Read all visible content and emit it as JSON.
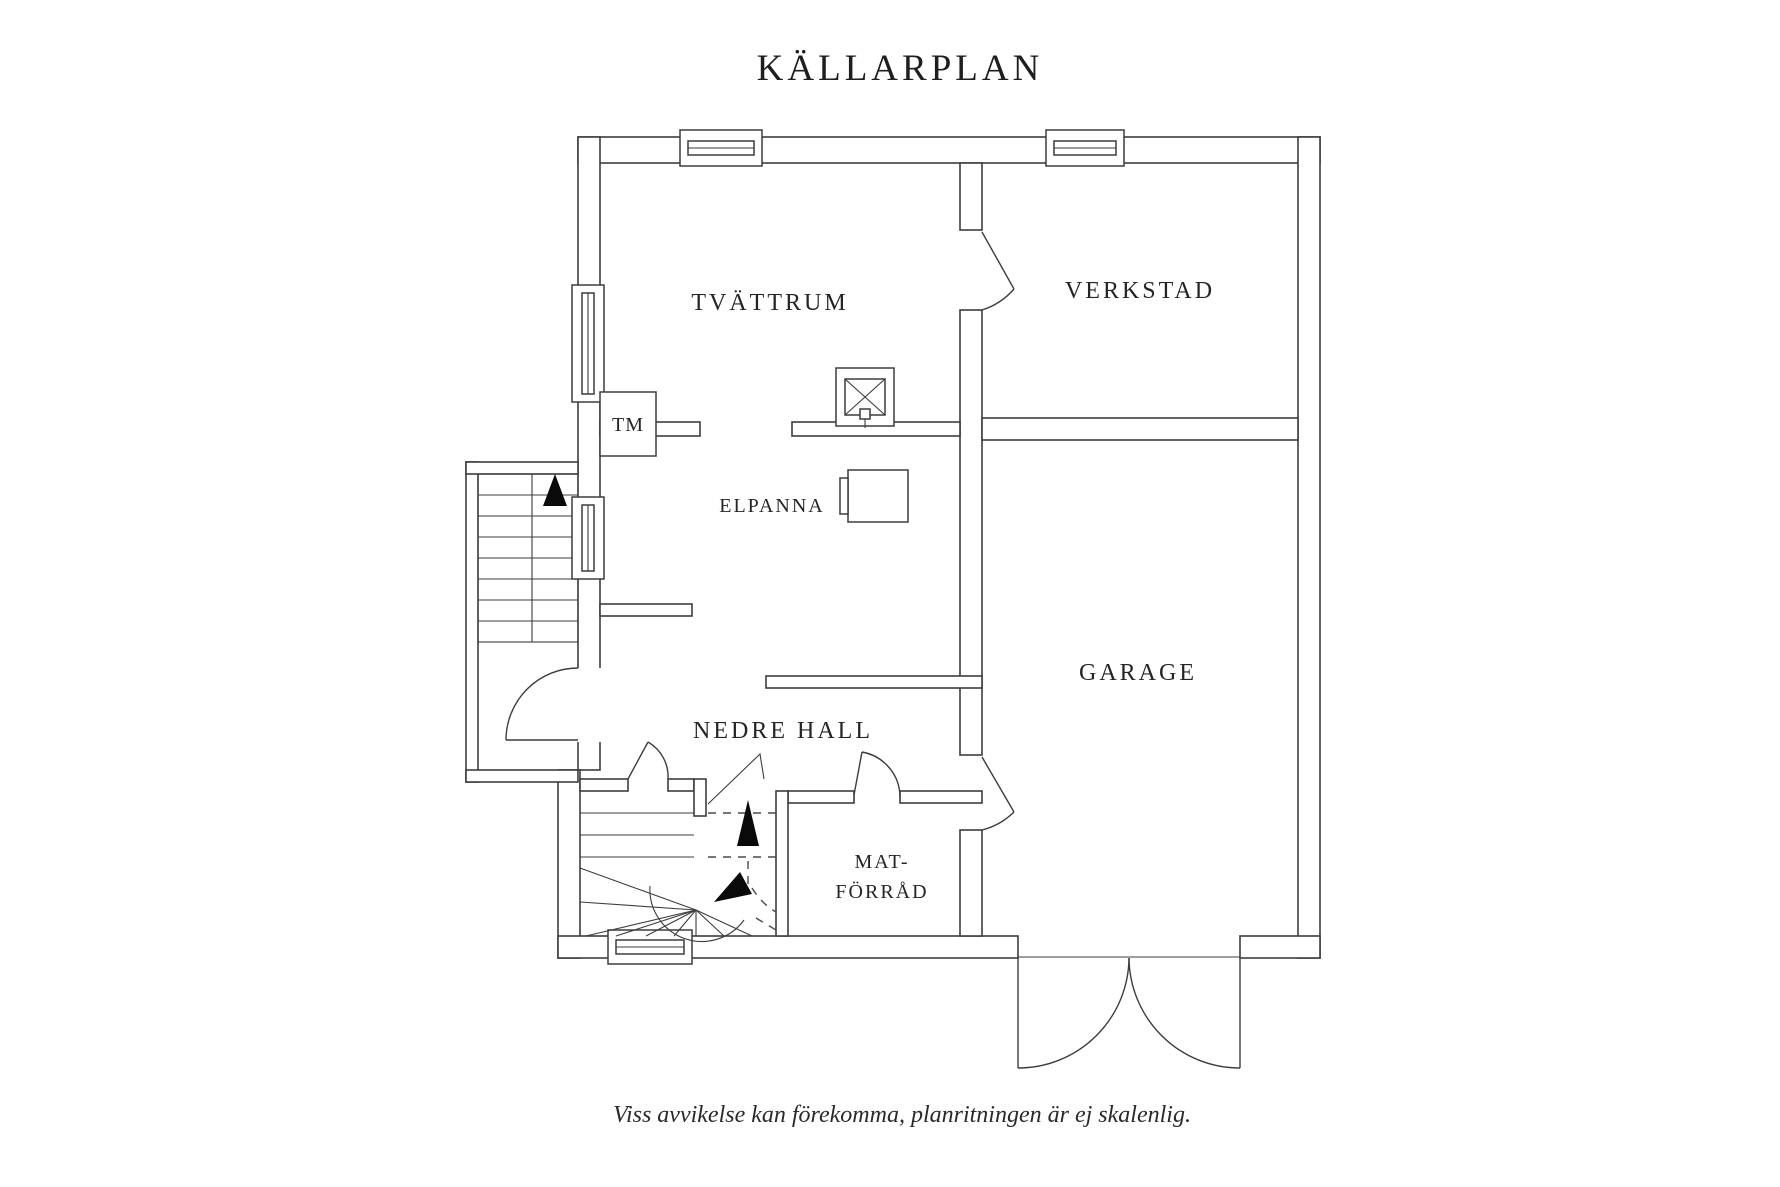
{
  "page": {
    "background_color": "#ffffff",
    "line_color": "#3d3d3d",
    "text_color": "#252525"
  },
  "header": {
    "title": "KÄLLARPLAN"
  },
  "rooms": {
    "tvattrum": "TVÄTTRUM",
    "verkstad": "VERKSTAD",
    "elpanna": "ELPANNA",
    "garage": "GARAGE",
    "nedre_hall": "NEDRE HALL",
    "matforrad_line1": "MAT-",
    "matforrad_line2": "FÖRRÅD"
  },
  "appliances": {
    "washing_machine": "TM"
  },
  "footer": {
    "disclaimer": "Viss avvikelse kan förekomma, planritningen är ej skalenlig."
  }
}
